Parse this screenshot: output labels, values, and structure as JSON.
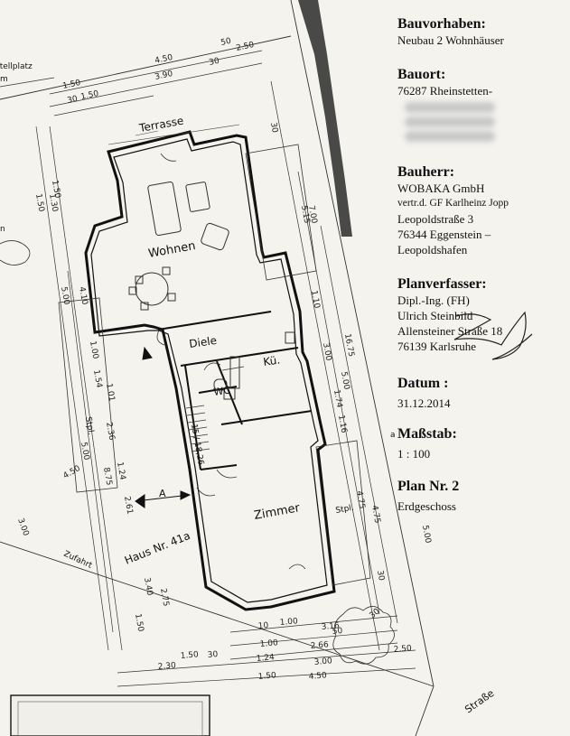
{
  "info": {
    "bauvorhaben": {
      "heading": "Bauvorhaben:",
      "lines": [
        "Neubau 2 Wohnhäuser"
      ]
    },
    "bauort": {
      "heading": "Bauort:",
      "lines": [
        "76287 Rheinstetten-"
      ]
    },
    "bauherr": {
      "heading": "Bauherr:",
      "lines": [
        "WOBAKA GmbH",
        "vertr.d. GF Karlheinz Jopp",
        "Leopoldstraße 3",
        "76344 Eggenstein –",
        "Leopoldshafen"
      ]
    },
    "planverfasser": {
      "heading": "Planverfasser:",
      "lines": [
        "Dipl.-Ing. (FH)",
        "Ulrich Steinbild",
        "Allensteiner Straße 18",
        "76139 Karlsruhe"
      ]
    },
    "datum": {
      "heading": "Datum :",
      "value": "31.12.2014"
    },
    "massstab": {
      "heading": "Maßstab:",
      "value": "1 : 100"
    },
    "plan": {
      "heading": "Plan Nr. 2",
      "value": "Erdgeschoss"
    }
  },
  "plan": {
    "rooms": {
      "terrasse": "Terrasse",
      "wohnen": "Wohnen",
      "diele": "Diele",
      "kueche": "Kü.",
      "wc": "WC",
      "zimmer": "Zimmer"
    },
    "labels": {
      "haus": "Haus Nr. 41a",
      "zufahrt": "Zufahrt",
      "stellplatz": "Stellplatz",
      "stpl1": "Stpl.",
      "stpl2": "Stpl.",
      "strasse": "Straße",
      "stair": "15 / 18,26",
      "section_a": "A",
      "m_fragment": "m",
      "n_fragment": "n",
      "a_fragment": "a"
    },
    "dims_top": [
      "4.50",
      "3.90",
      "50",
      "2.50",
      "30",
      "1.50",
      "30",
      "1.50",
      "30"
    ],
    "dims_left": [
      "1.50",
      "1.30",
      "1.50",
      "4.10",
      "5.00",
      "1.00",
      "1.54",
      "1.01",
      "2.36",
      "5.00",
      "1.24",
      "8.75",
      "2.61",
      "4.50",
      "3.00"
    ],
    "dims_right": [
      "5.15",
      "7.00",
      "1.10",
      "3.00",
      "16.75",
      "5.00",
      "1.74",
      "1.16",
      "4.75",
      "4.75",
      "5.00",
      "30"
    ],
    "dims_bottom": [
      "10",
      "1.00",
      "3.16",
      "50",
      "30",
      "1.00",
      "2.66",
      "1.24",
      "3.00",
      "1.50",
      "4.50",
      "2.50",
      "1.50",
      "30",
      "2.30",
      "3.40",
      "2.75",
      "1.50"
    ]
  }
}
